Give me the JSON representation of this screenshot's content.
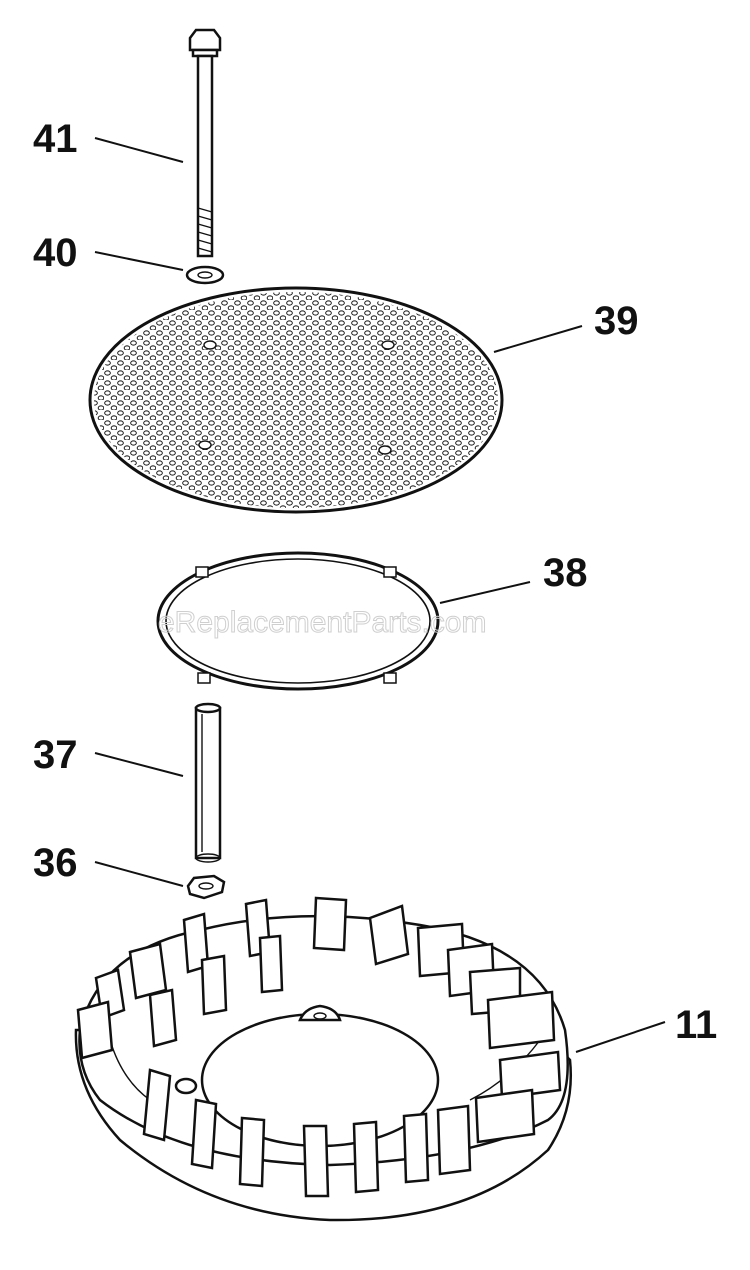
{
  "callouts": {
    "c41": "41",
    "c40": "40",
    "c39": "39",
    "c38": "38",
    "c37": "37",
    "c36": "36",
    "c11": "11"
  },
  "watermark": "eReplacementParts.com",
  "colors": {
    "line": "#111111",
    "background": "#ffffff",
    "watermark": "#cfcfcf"
  }
}
